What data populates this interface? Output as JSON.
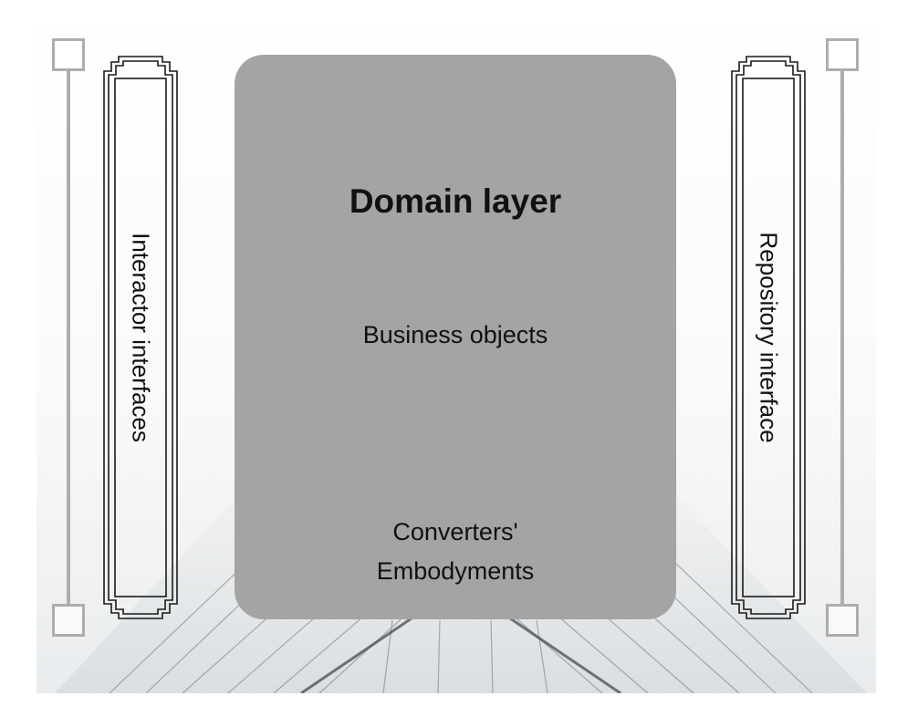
{
  "diagram": {
    "domain_layer": {
      "title": "Domain layer",
      "business_objects": "Business objects",
      "converters_line1": "Converters'",
      "converters_line2": "Embodyments"
    },
    "left_panel": {
      "label": "Interactor interfaces"
    },
    "right_panel": {
      "label": "Repository interface"
    }
  },
  "colors": {
    "domain_box": "#a4a4a4",
    "rod": "#adadad",
    "panel_outline": "#1a1a1a",
    "background": "#ffffff"
  }
}
